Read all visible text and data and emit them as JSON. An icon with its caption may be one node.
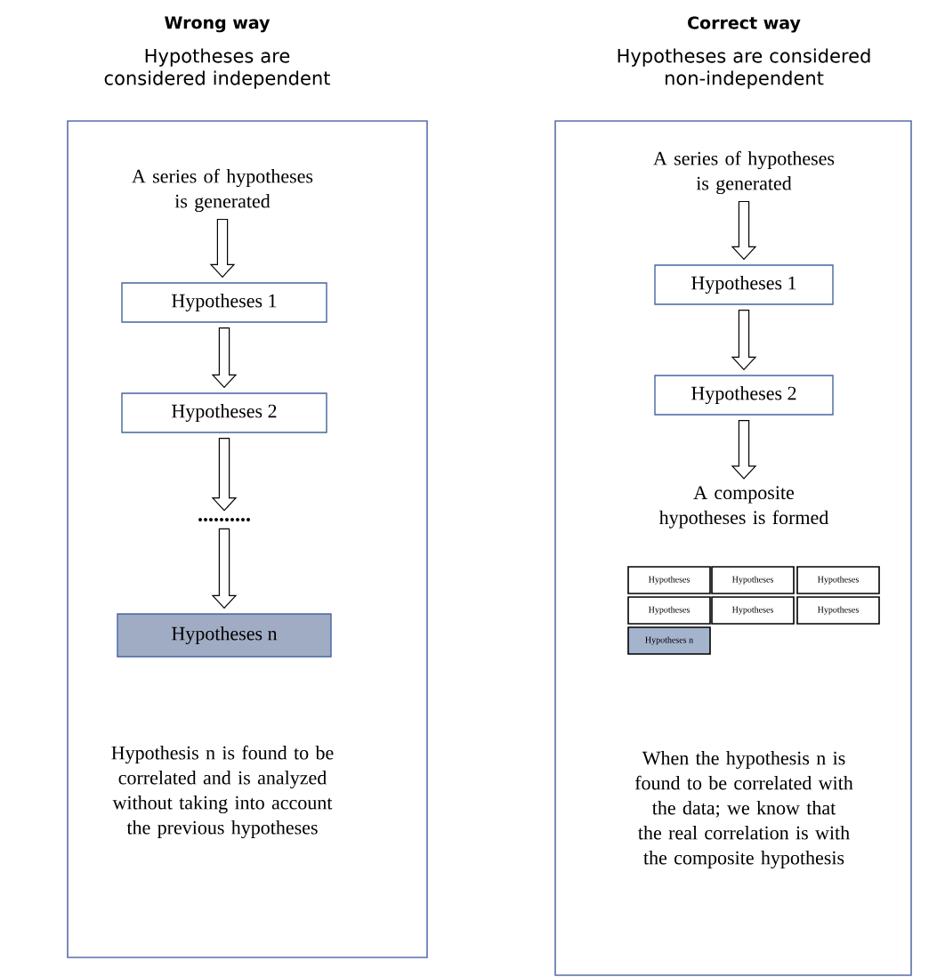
{
  "diagram": {
    "nodes": [
      {
        "text": [
          "Wrong way",
          "Hypotheses are considered independent"
        ]
      },
      {
        "text": [
          "A series of hypotheses is generated"
        ],
        "in": 0
      },
      {
        "text": [
          "Hypotheses 1"
        ],
        "in": 0
      },
      {
        "text": [
          "Hypotheses 2"
        ],
        "in": 0
      },
      {
        "text": [
          ".........."
        ],
        "in": 0
      },
      {
        "text": [
          "Hypotheses n"
        ],
        "in": 0
      },
      {
        "text": [
          "Hypothesis n is found to be correlated and is analyzed without taking into account the previous hypotheses"
        ],
        "in": 0
      },
      {
        "text": [
          "Correct way",
          "Hypotheses are considered non-independent"
        ]
      },
      {
        "text": [
          "A series of hypotheses is generated"
        ],
        "in": 7
      },
      {
        "text": [
          "Hypotheses 1"
        ],
        "in": 7
      },
      {
        "text": [
          "Hypotheses 2"
        ],
        "in": 7
      },
      {
        "text": [
          "A composite hypotheses is formed"
        ],
        "in": 7
      },
      {
        "text": [
          "Hypotheses"
        ],
        "in": 7
      },
      {
        "text": [
          "Hypotheses"
        ],
        "in": 7
      },
      {
        "text": [
          "Hypotheses"
        ],
        "in": 7
      },
      {
        "text": [
          "Hypotheses"
        ],
        "in": 7
      },
      {
        "text": [
          "Hypotheses"
        ],
        "in": 7
      },
      {
        "text": [
          "Hypotheses"
        ],
        "in": 7
      },
      {
        "text": [
          "Hypotheses n"
        ],
        "in": 7
      },
      {
        "text": [
          "When the hypothesis n is found to be correlated with the data; we know that the real correlation is with the composite hypothesis"
        ],
        "in": 7
      }
    ],
    "edges": [
      {
        "from": 1,
        "to": 2,
        "arrow": "to"
      },
      {
        "from": 2,
        "to": 3,
        "arrow": "to"
      },
      {
        "from": 3,
        "to": 4,
        "arrow": "to"
      },
      {
        "from": 4,
        "to": 5,
        "arrow": "to"
      },
      {
        "from": 8,
        "to": 9,
        "arrow": "to"
      },
      {
        "from": 9,
        "to": 10,
        "arrow": "to"
      },
      {
        "from": 10,
        "to": 11,
        "arrow": "to"
      }
    ]
  }
}
